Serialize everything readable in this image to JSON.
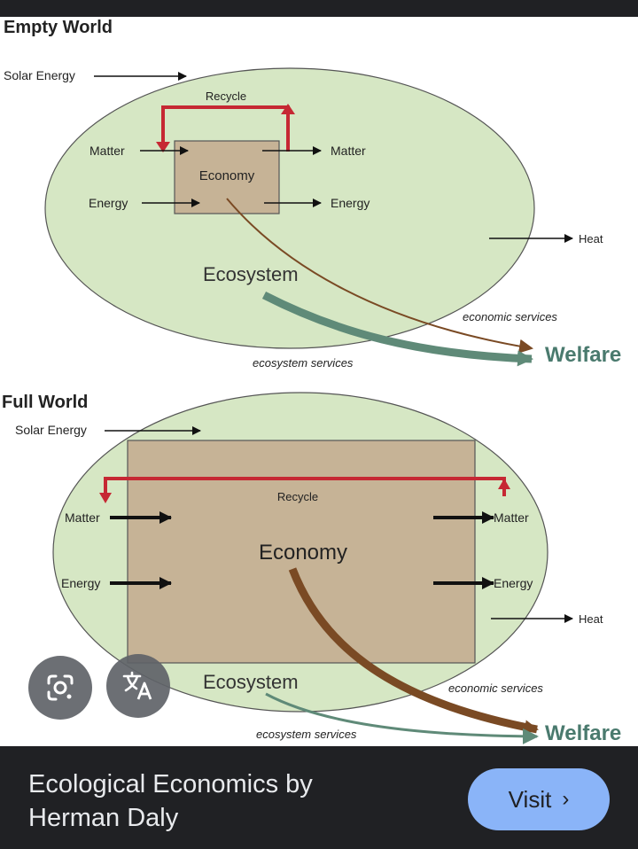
{
  "empty_world": {
    "title": "Empty World",
    "solar_energy": "Solar Energy",
    "recycle": "Recycle",
    "matter_in": "Matter",
    "matter_out": "Matter",
    "energy_in": "Energy",
    "energy_out": "Energy",
    "economy": "Economy",
    "heat": "Heat",
    "ecosystem": "Ecosystem",
    "economic_services": "economic services",
    "ecosystem_services": "ecosystem services",
    "welfare": "Welfare"
  },
  "full_world": {
    "title": "Full World",
    "solar_energy": "Solar Energy",
    "recycle": "Recycle",
    "matter_in": "Matter",
    "matter_out": "Matter",
    "energy_in": "Energy",
    "energy_out": "Energy",
    "economy": "Economy",
    "heat": "Heat",
    "ecosystem": "Ecosystem",
    "economic_services": "economic services",
    "ecosystem_services": "ecosystem services",
    "welfare": "Welfare"
  },
  "overlay": {
    "lens_icon": "lens-camera-icon",
    "translate_icon": "translate-icon"
  },
  "footer": {
    "caption": "Ecological Economics by Herman Daly",
    "visit_label": "Visit",
    "visit_chevron": "›"
  },
  "colors": {
    "ecosystem_fill": "#d6e7c4",
    "economy_fill": "#c6b396",
    "recycle_red": "#c62833",
    "brown_flow": "#7a4a24",
    "ecosystem_flow": "#5f8a78",
    "visit_button": "#8ab4f8",
    "bar_background": "#202124"
  }
}
